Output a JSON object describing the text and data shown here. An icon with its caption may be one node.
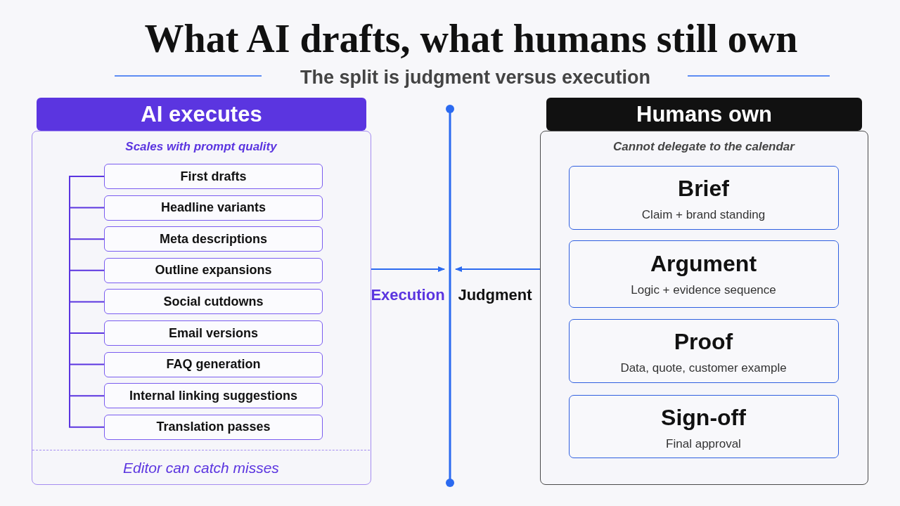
{
  "diagram": {
    "title": "What AI drafts, what humans still own",
    "nodes": [
      {
        "text": [
          "AI executes"
        ]
      },
      {
        "text": [
          "Scales with prompt quality",
          "Editor can catch misses"
        ]
      },
      {
        "text": [
          "First drafts"
        ],
        "in": 1
      },
      {
        "text": [
          "Headline variants"
        ],
        "in": 1
      },
      {
        "text": [
          "Meta descriptions"
        ],
        "in": 1
      },
      {
        "text": [
          "Outline expansions"
        ],
        "in": 1
      },
      {
        "text": [
          "Social cutdowns"
        ],
        "in": 1
      },
      {
        "text": [
          "Email versions"
        ],
        "in": 1
      },
      {
        "text": [
          "FAQ generation"
        ],
        "in": 1
      },
      {
        "text": [
          "Internal linking suggestions"
        ],
        "in": 1
      },
      {
        "text": [
          "Translation passes"
        ],
        "in": 1
      },
      {
        "text": [
          "Humans own"
        ]
      },
      {
        "text": [
          "Cannot delegate to the calendar"
        ]
      },
      {
        "text": [
          "Brief",
          "Claim + brand standing"
        ],
        "in": 12
      },
      {
        "text": [
          "Argument",
          "Logic + evidence sequence"
        ],
        "in": 12
      },
      {
        "text": [
          "Proof",
          "Data, quote, customer example"
        ],
        "in": 12
      },
      {
        "text": [
          "Sign-off",
          "Final approval"
        ],
        "in": 12
      },
      {
        "text": [],
        "shape": "bar"
      }
    ],
    "edges": [
      {
        "from": 1,
        "to": 17,
        "arrow": "to"
      },
      {
        "from": 12,
        "to": 17,
        "arrow": "to"
      }
    ],
    "labels": [
      "The split is judgment versus execution",
      "Execution",
      "Judgment"
    ]
  }
}
